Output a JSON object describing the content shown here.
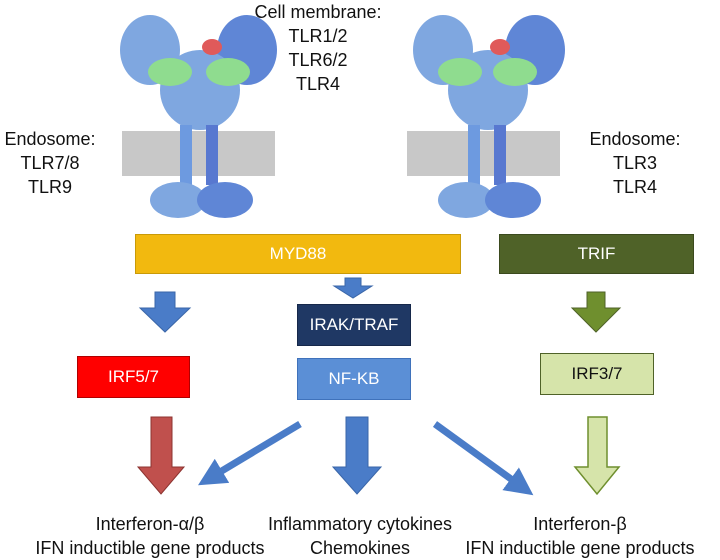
{
  "labels": {
    "cell_membrane": [
      "Cell membrane:",
      "TLR1/2",
      "TLR6/2",
      "TLR4"
    ],
    "endosome_left": [
      "Endosome:",
      "TLR7/8",
      "TLR9"
    ],
    "endosome_right": [
      "Endosome:",
      "TLR3",
      "TLR4"
    ]
  },
  "boxes": {
    "myd88": "MYD88",
    "trif": "TRIF",
    "irak_traf": "IRAK/TRAF",
    "nfkb": "NF-KB",
    "irf57": "IRF5/7",
    "irf37": "IRF3/7"
  },
  "outputs": {
    "left": [
      "Interferon-α/β",
      "IFN inductible gene products"
    ],
    "center": [
      "Inflammatory cytokines",
      "Chemokines"
    ],
    "right": [
      "Interferon-β",
      "IFN inductible gene products"
    ]
  },
  "colors": {
    "myd88": "#f2b90f",
    "trif": "#4f6228",
    "irak_traf": "#1f3864",
    "nfkb": "#5b8fd6",
    "irf57": "#ff0000",
    "irf37": "#d6e4aa",
    "membrane": "#c8c8c8",
    "protein": "#7fa7e0",
    "protein_green": "#8fdc8f",
    "protein_red": "#e05a5a"
  }
}
